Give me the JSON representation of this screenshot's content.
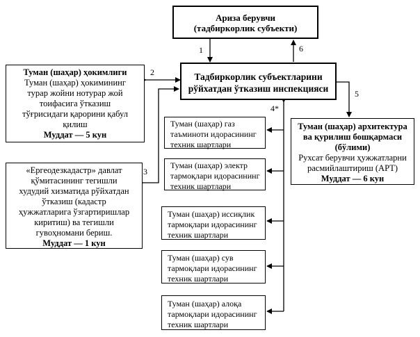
{
  "applicant": {
    "line1": "Ариза берувчи",
    "line2": "(тадбиркорлик субъекти)"
  },
  "inspection": {
    "line1": "Тадбиркорлик субъектларини",
    "line2": "рўйхатдан ўтказиш инспекцияси"
  },
  "khokimiyat": {
    "title": "Туман (шаҳар) ҳокимлиги",
    "l1": "Туман (шаҳар) ҳокимининг",
    "l2": "турар жойни нотурар жой",
    "l3": "тоифасига ўтказиш",
    "l4": "тўғрисидаги қарорини қабул",
    "l5": "қилиш",
    "deadline": "Муддат — 5 кун"
  },
  "ergeo": {
    "l1": "«Ергеодезкадастр» давлат",
    "l2": "қўмитасининг тегишли",
    "l3": "худудий хизматида рўйхатдан",
    "l4": "ўтказиш (кадастр",
    "l5": "ҳужжатларига ўзгартиришлар",
    "l6": "киритиш) ва тегишли",
    "l7": "гувоҳномани бериш.",
    "deadline": "Муддат — 1 кун"
  },
  "architecture": {
    "title1": "Туман (шаҳар) архитектура",
    "title2": "ва қурилиш бошқармаси",
    "title3": "(бўлими)",
    "l1": "Рухсат берувчи ҳужжатларни",
    "l2": "расмийлаштириш (АРТ)",
    "deadline": "Муддат — 6 кун"
  },
  "conditions": [
    {
      "l1": "Туман (шаҳар) газ",
      "l2": "таъминоти идорасининг",
      "l3": "техник шартлари"
    },
    {
      "l1": "Туман (шаҳар) электр",
      "l2": "тармоқлари идорасининг",
      "l3": "техник шартлари"
    },
    {
      "l1": "Туман (шаҳар) иссиқлик",
      "l2": "тармоқлари идорасининг",
      "l3": "техник шартлари"
    },
    {
      "l1": "Туман (шаҳар) сув",
      "l2": "тармоқлари идорасининг",
      "l3": "техник шартлари"
    },
    {
      "l1": "Туман (шаҳар) алоқа",
      "l2": "тармоқлари идорасининг",
      "l3": "техник шартлари"
    }
  ],
  "steps": {
    "s1": "1",
    "s2": "2",
    "s3": "3",
    "s4": "4*",
    "s5": "5",
    "s6": "6"
  }
}
